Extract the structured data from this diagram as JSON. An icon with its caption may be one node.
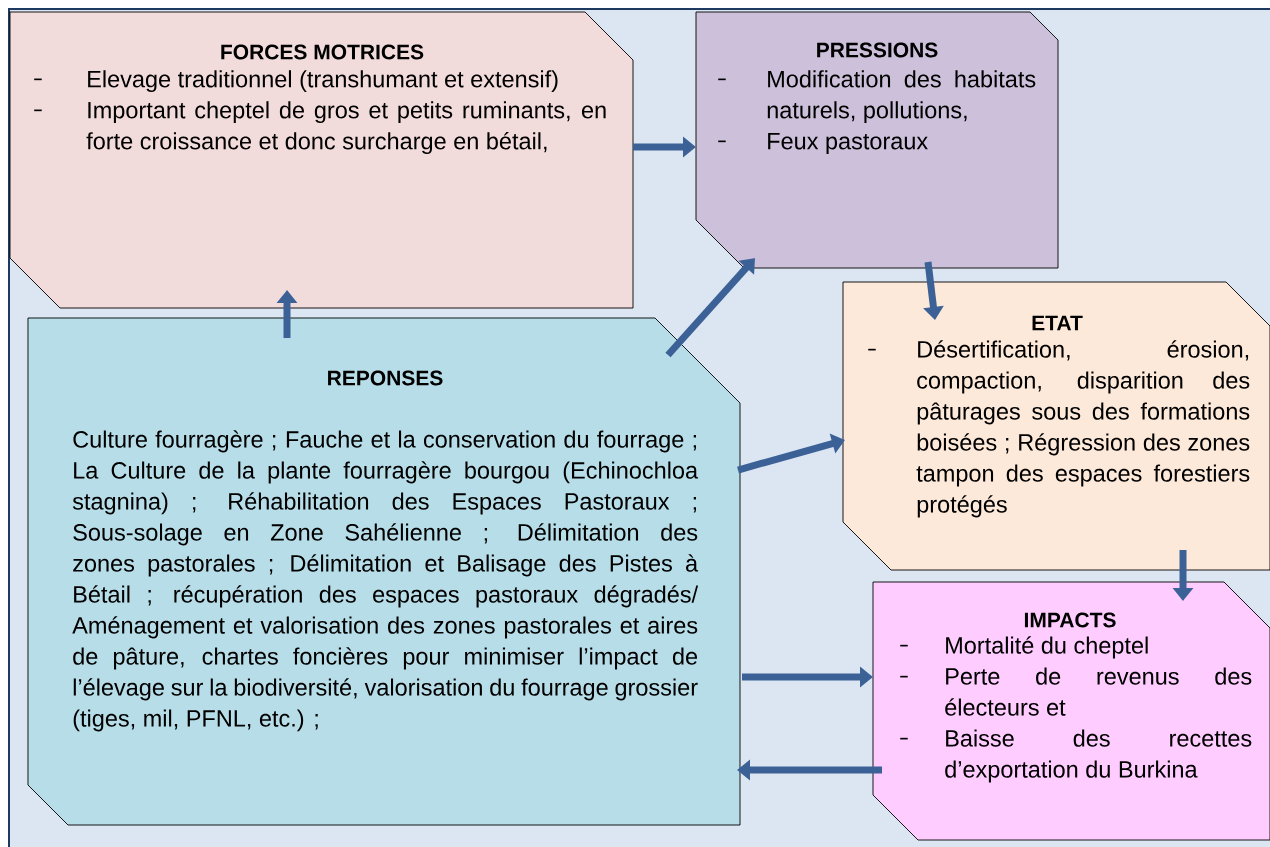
{
  "diagram": {
    "nodes": [
      {
        "text": [
          "FORCES MOTRICES",
          "Elevage traditionnel (transhumant et extensif)",
          "Important cheptel de gros et petits ruminants, en forte croissance et donc surcharge en bétail,"
        ]
      },
      {
        "text": [
          "PRESSIONS",
          "Modification des habitats naturels, pollutions,",
          "Feux pastoraux"
        ]
      },
      {
        "text": [
          "ETAT",
          "Désertification, érosion, compaction, disparition des pâturages sous des formations boisées ; Régression des zones tampon des espaces forestiers protégés"
        ]
      },
      {
        "text": [
          "IMPACTS",
          "Mortalité du cheptel",
          "Perte de revenus des électeurs et",
          "Baisse des recettes d’exportation du Burkina"
        ]
      },
      {
        "text": [
          "REPONSES",
          "Culture fourragère ; Fauche et la conservation du fourrage ; La Culture de la plante fourragère bourgou (Echinochloa stagnina) ; Réhabilitation des Espaces Pastoraux ; Sous-solage en Zone Sahélienne ; Délimitation des zones pastorales ; Délimitation et Balisage des Pistes à Bétail ; récupération des espaces pastoraux dégradés/ Aménagement et valorisation des zones pastorales et aires de pâture, chartes foncières pour minimiser l’impact de l’élevage sur la biodiversité, valorisation du fourrage grossier (tiges, mil, PFNL, etc.) ;"
        ]
      }
    ],
    "edges": [
      {
        "from": 0,
        "to": 1,
        "arrow": "to"
      },
      {
        "from": 1,
        "to": 2,
        "arrow": "to"
      },
      {
        "from": 2,
        "to": 3,
        "arrow": "to"
      },
      {
        "from": 4,
        "to": 0,
        "arrow": "to"
      },
      {
        "from": 4,
        "to": 1,
        "arrow": "to"
      },
      {
        "from": 4,
        "to": 2,
        "arrow": "to"
      },
      {
        "from": 4,
        "to": 3,
        "arrow": "to"
      },
      {
        "from": 3,
        "to": 4,
        "arrow": "to"
      }
    ]
  }
}
